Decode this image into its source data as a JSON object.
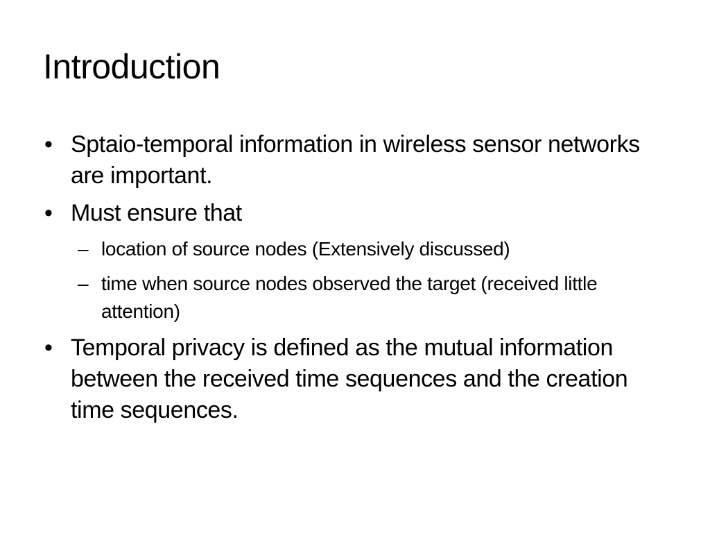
{
  "slide": {
    "title": "Introduction",
    "bullet_marker": "•",
    "sub_bullet_marker": "–",
    "bullets": [
      {
        "text": "Sptaio-temporal information in wireless sensor networks are important."
      },
      {
        "text": "Must ensure that",
        "sub_bullets": [
          {
            "text": "location of source nodes (Extensively discussed)"
          },
          {
            "text": "time when source nodes observed the target (received little attention)"
          }
        ]
      },
      {
        "text": "Temporal privacy is defined as the mutual information between the received time sequences and the creation time sequences."
      }
    ]
  }
}
